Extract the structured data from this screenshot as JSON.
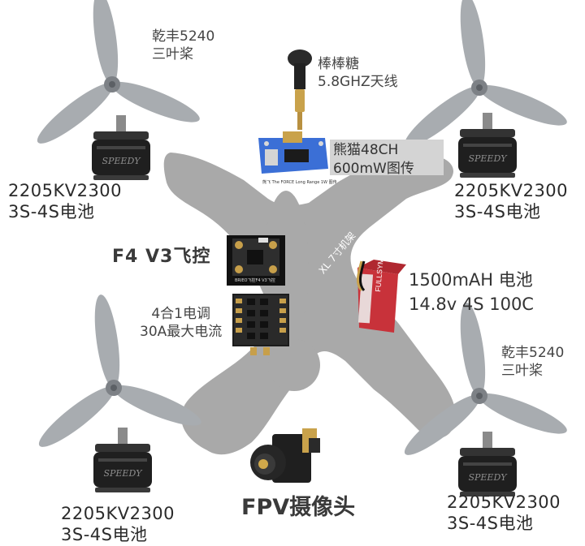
{
  "labels": {
    "prop_top_left": [
      "乾丰5240",
      "三叶桨"
    ],
    "prop_right": [
      "乾丰5240",
      "三叶桨"
    ],
    "antenna": [
      "棒棒糖",
      "5.8GHZ天线"
    ],
    "vtx": [
      "熊猫48CH",
      "600mW图传"
    ],
    "vtx_caption": "熊飞 The FORCE Long Range 1W 图传",
    "motor_top_left": [
      "2205KV2300",
      "3S-4S电池"
    ],
    "motor_top_right": [
      "2205KV2300",
      "3S-4S电池"
    ],
    "motor_bottom_left": [
      "2205KV2300",
      "3S-4S电池"
    ],
    "motor_bottom_right": [
      "2205KV2300",
      "3S-4S电池"
    ],
    "flight_controller": "F4  V3飞控",
    "fc_caption": "BRIEO飞控F4 V3飞控",
    "frame": "XL 7寸机架",
    "battery": [
      "1500mAH  电池",
      "14.8v  4S  100C"
    ],
    "battery_print": "FULLSYMBOL",
    "esc": [
      "4合1电调",
      "30A最大电流"
    ],
    "camera": "FPV摄像头"
  },
  "colors": {
    "frame": "#a9a9a9",
    "prop": "#a8acb0",
    "motor": "#1f1f1f",
    "vtx_board": "#3b6fd6",
    "battery": "#c8323a",
    "box": "#d4d4d4"
  },
  "icons": [
    "propeller-icon",
    "motor-icon",
    "antenna-icon",
    "vtx-board-icon",
    "flight-controller-icon",
    "esc-board-icon",
    "battery-icon",
    "camera-icon",
    "frame-icon"
  ]
}
